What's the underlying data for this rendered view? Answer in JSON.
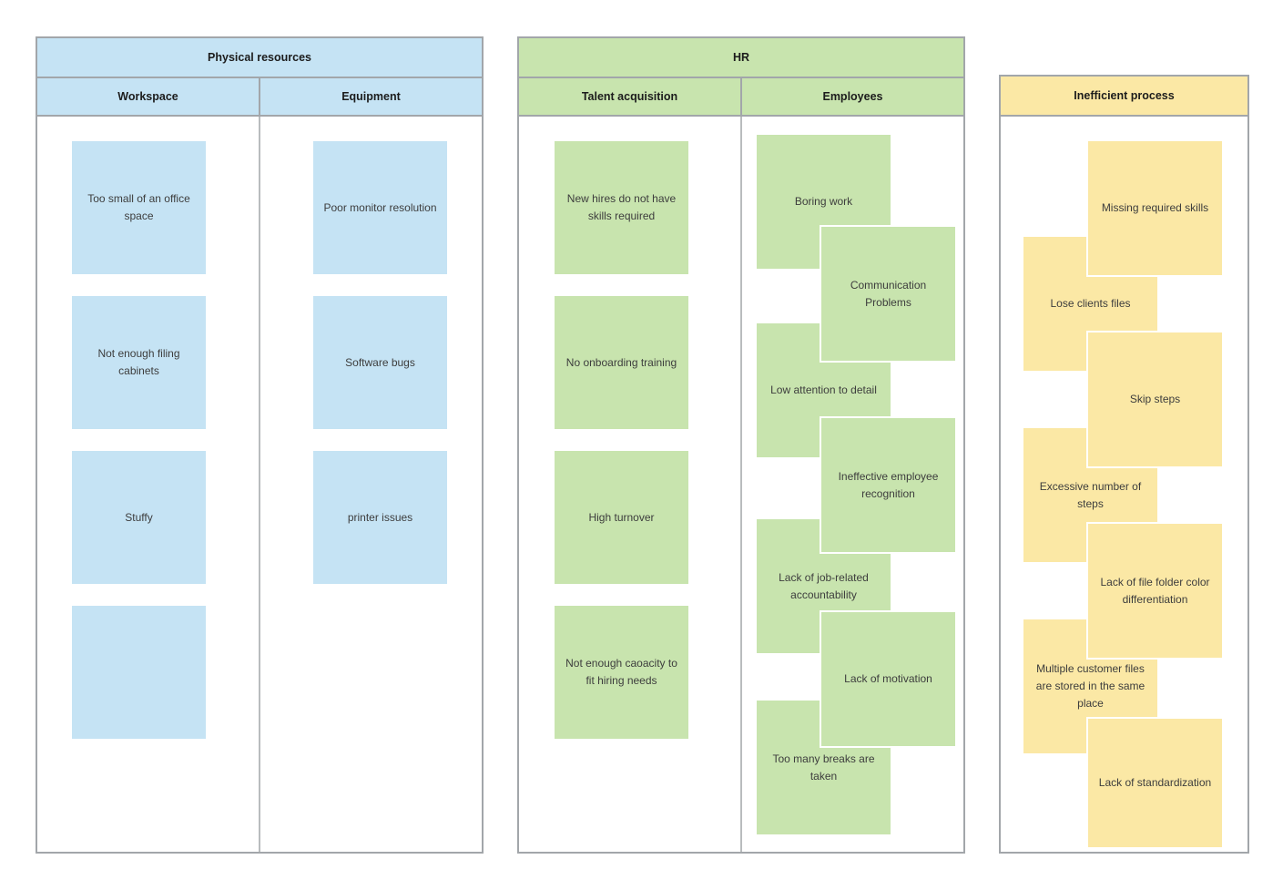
{
  "palette": {
    "note_blue": "#c5e3f4",
    "note_green": "#c8e4ae",
    "note_yellow": "#fbe8a5",
    "table_border": "#a2a6aa",
    "body_divider": "#b9bcbe",
    "note_border": "#ffffff",
    "note_text": "#3d3d3d",
    "header_text": "#1c1c1c"
  },
  "board": {
    "columns": [
      {
        "title": "Physical resources",
        "color": "blue",
        "subcolumns": [
          {
            "title": "Workspace",
            "notes": [
              "Too small of an office space",
              "Not enough filing cabinets",
              "Stuffy",
              ""
            ]
          },
          {
            "title": "Equipment",
            "notes": [
              "Poor monitor resolution",
              "Software bugs",
              "printer issues"
            ]
          }
        ]
      },
      {
        "title": "HR",
        "color": "green",
        "subcolumns": [
          {
            "title": "Talent acquisition",
            "notes": [
              "New hires do not have skills required",
              "No onboarding training",
              "High turnover",
              "Not enough caoacity to fit hiring needs"
            ]
          },
          {
            "title": "Employees",
            "notes": [
              "Boring work",
              "Communication Problems",
              "Low attention to detail",
              "Ineffective employee recognition",
              "Lack of job-related accountability",
              "Lack of motivation",
              "Too many breaks are taken"
            ]
          }
        ]
      },
      {
        "title": "Inefficient process",
        "color": "yellow",
        "notes": [
          "Missing required skills",
          "Lose clients files",
          "Skip steps",
          "Excessive number of steps",
          "Lack of file folder color differentiation",
          "Multiple customer files are stored in the same place",
          "Lack of standardization"
        ]
      }
    ]
  }
}
